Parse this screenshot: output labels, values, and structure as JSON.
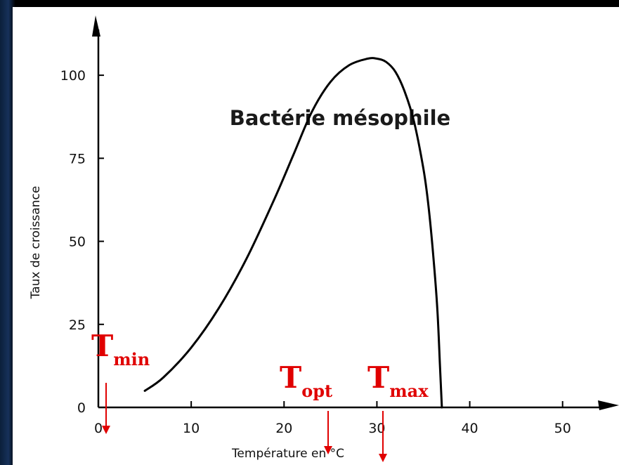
{
  "chart_data": {
    "type": "line",
    "title": "Bactérie mésophile",
    "xlabel": "Température en °C",
    "ylabel": "Taux de croissance",
    "xlim": [
      0,
      56
    ],
    "ylim": [
      0,
      118
    ],
    "x_ticks": [
      "0",
      "10",
      "20",
      "30",
      "40",
      "50"
    ],
    "y_ticks": [
      "0",
      "25",
      "50",
      "75",
      "100"
    ],
    "grid": false,
    "series": [
      {
        "x": [
          5,
          7,
          10,
          13,
          16,
          19,
          21,
          23,
          25,
          27,
          29,
          30,
          31,
          32,
          33,
          34,
          35,
          35.5,
          36,
          36.5,
          36.8,
          37
        ],
        "values": [
          5,
          9,
          18,
          30,
          45,
          63,
          76,
          89,
          98,
          103,
          105,
          105,
          104,
          101,
          95,
          86,
          72,
          62,
          48,
          30,
          12,
          0
        ]
      }
    ],
    "annotations": [
      {
        "main": "T",
        "sub": "min",
        "x": 1
      },
      {
        "main": "T",
        "sub": "opt",
        "x": 25
      },
      {
        "main": "T",
        "sub": "max",
        "x": 30.5
      }
    ],
    "colors": {
      "curve": "#000000",
      "annotation": "#e00000",
      "axis": "#000000"
    }
  }
}
